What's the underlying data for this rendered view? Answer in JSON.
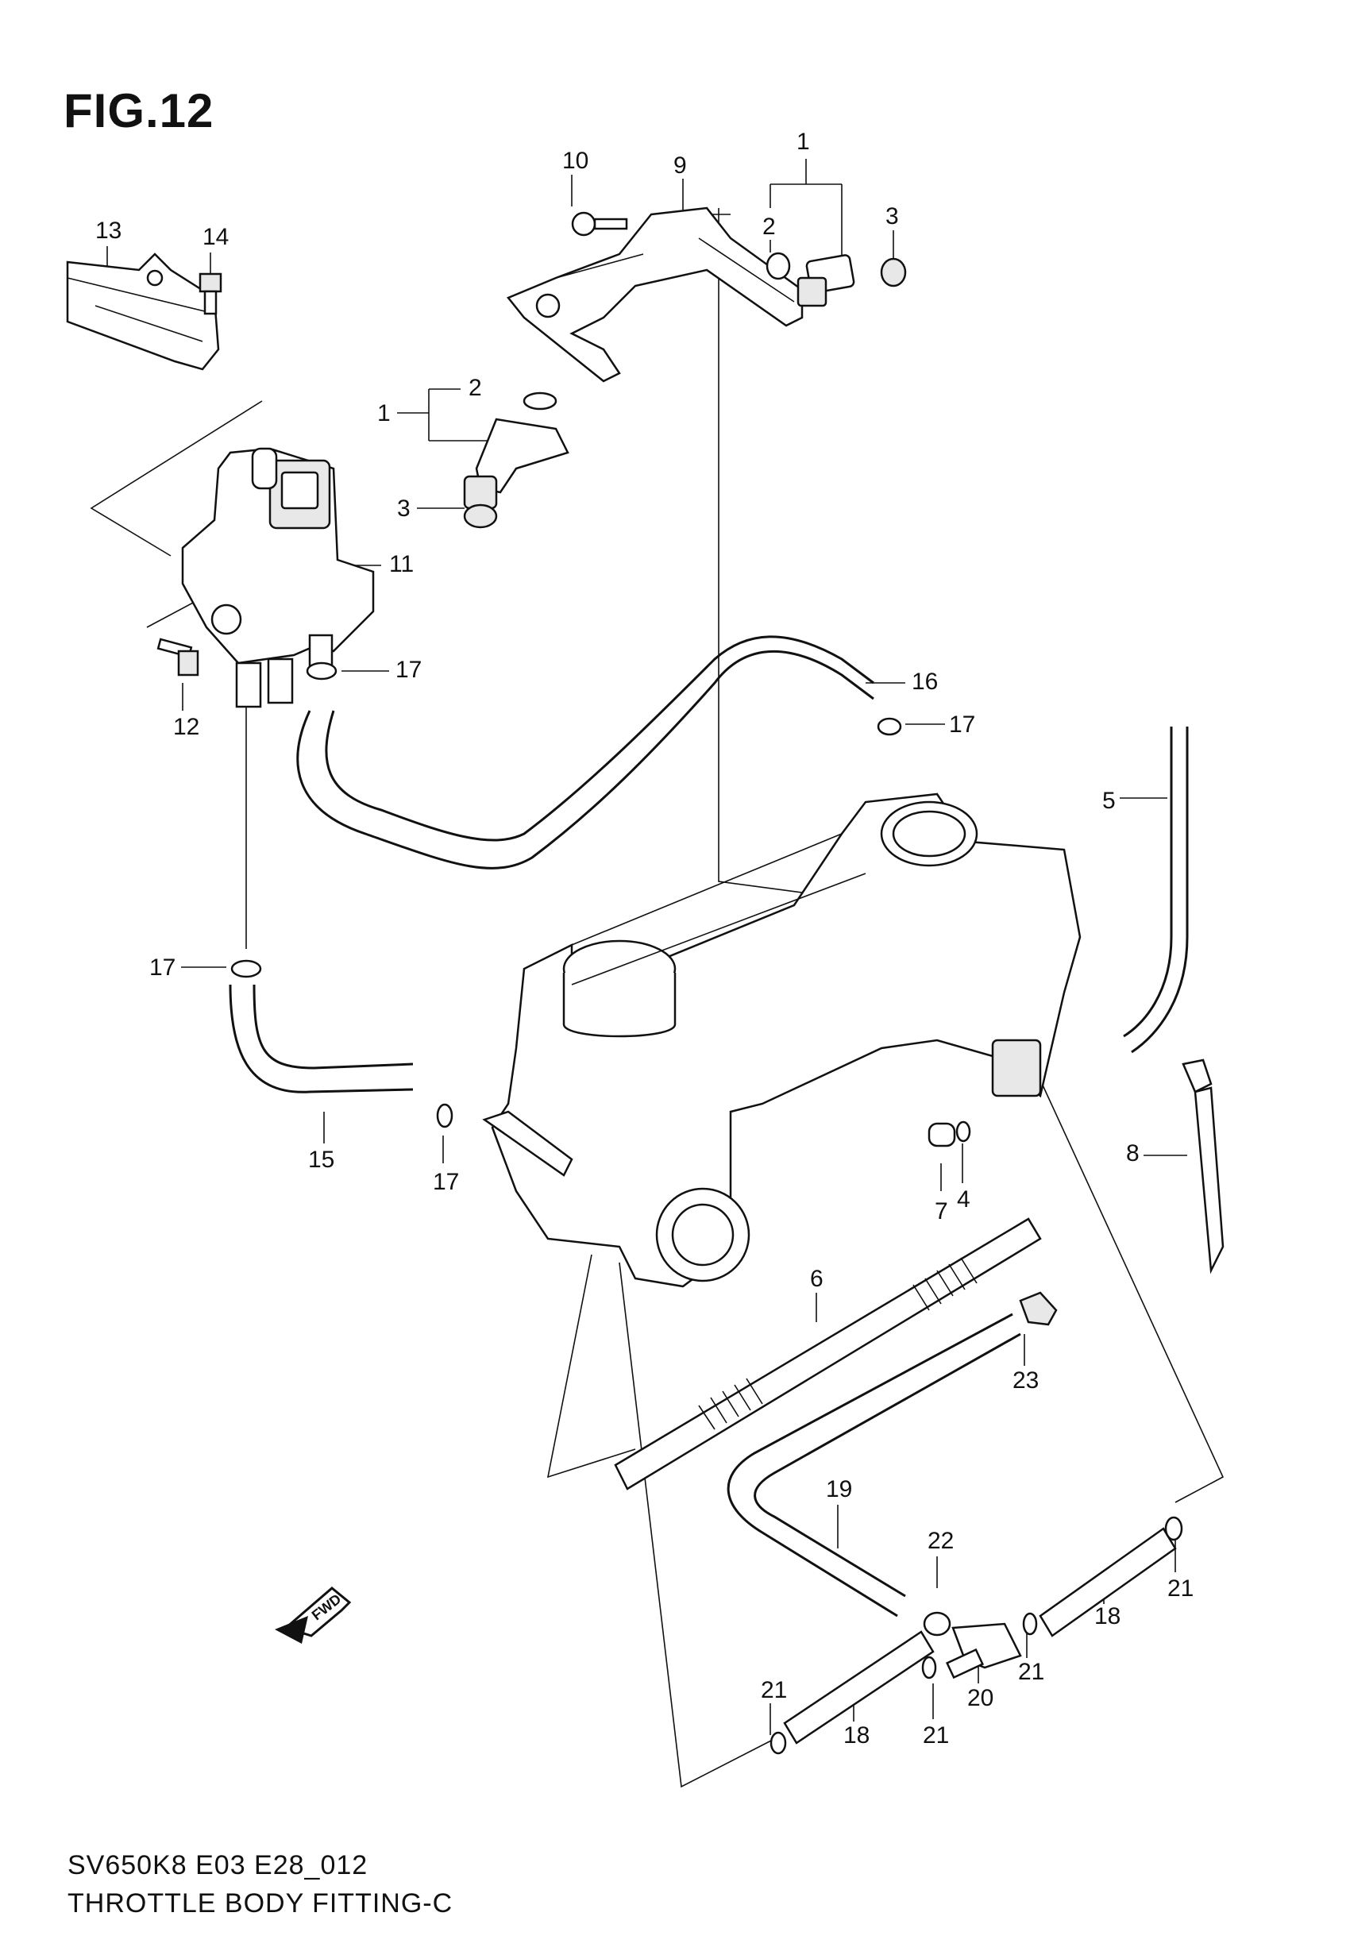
{
  "figure": {
    "title": "FIG.12",
    "code": "SV650K8 E03 E28_012",
    "name": "THROTTLE BODY FITTING-C"
  },
  "fwd_marker": "FWD",
  "callouts": [
    "1",
    "2",
    "3",
    "1",
    "2",
    "3",
    "4",
    "5",
    "6",
    "7",
    "8",
    "9",
    "10",
    "11",
    "12",
    "13",
    "14",
    "15",
    "16",
    "17",
    "17",
    "17",
    "17",
    "18",
    "18",
    "19",
    "20",
    "21",
    "21",
    "21",
    "21",
    "22",
    "23"
  ]
}
